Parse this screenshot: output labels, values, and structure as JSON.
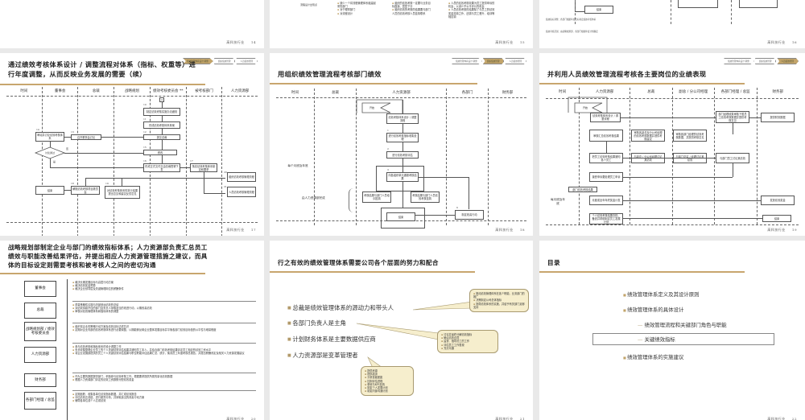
{
  "footer_brand": "高科技行业",
  "nav_chips": [
    "绩效管理体系设计/调整",
    "组织绩效管理",
    "人员绩效管理"
  ],
  "slides": [
    {
      "id": "slide-14",
      "page": "14",
      "partial": true
    },
    {
      "id": "slide-15",
      "page": "15",
      "partial": true,
      "row_label": "流程设计出现点",
      "col1": [
        "缺少一个将流程管理体系组建起来的部门",
        "对于理财部门",
        "对流程设计"
      ],
      "col2": [
        "组织的绩效考核一定要与业务目标直接、层层下分",
        "组织绩效的考核的结果要与部门人员的绩效考核人员挂钩联系"
      ],
      "col3": [
        "人员的绩效考核效果为员工提供申诉的机会，以减少不公平评价的机会",
        "人员绩效考核的结果除了与员工的绩效奖金挂钩之外，还需与员工晋升、培训等相挂钩"
      ]
    },
    {
      "id": "slide-16",
      "page": "16",
      "partial": true,
      "end_label": "结束",
      "notes": "绩效指标调整：各部门根据年度目标制定绩效考核体系",
      "notes2": "绩效考核范围：由战略规划部、各部门根据年度计划确定"
    },
    {
      "id": "slide-17",
      "page": "17",
      "active_chip": 0,
      "title": "通过绩效考核体系设计 / 调整流程对体系（指标、权重等）进行年度调整，从而反映业务发展的需要（续）",
      "lanes": [
        "时间",
        "董事会",
        "总裁",
        "战略规划",
        "绩效考核委员会 **",
        "被考核部门",
        "人力资源部"
      ],
      "boxes": [
        {
          "n": "10",
          "text": "制定绩效考核实施办法细则"
        },
        {
          "n": "11",
          "text": "形成绩效考核体系草案"
        },
        {
          "n": "12",
          "text": "提交总裁"
        },
        {
          "n": "13",
          "text": "召开董事会讨论"
        },
        {
          "n": "14",
          "text": "审阅并讨论绩效考核体系"
        },
        {
          "n": "15",
          "text": "修改"
        },
        {
          "n": "16",
          "text": "形成正式文件交由总裁签署下发"
        },
        {
          "n": "17",
          "text": "落实绩效考核体系制定和要求"
        },
        {
          "n": "18",
          "text": "解散绩效考核项目委员会"
        },
        {
          "n": "19",
          "text": "对绩效考核体系的执行结果提出意见和建议反馈意见"
        },
        {
          "n": "20",
          "text": "组织绩效考核管理流程"
        },
        {
          "n": "21",
          "text": "人员绩效考核管理流程"
        }
      ],
      "decision": "讨论通过",
      "yes": "是",
      "no": "否",
      "end": "结束",
      "connector": "4"
    },
    {
      "id": "slide-18",
      "page": "18",
      "active_chip": 1,
      "title": "用组织绩效管理流程考核部门绩效",
      "lanes": [
        "时间",
        "总裁",
        "人力资源部",
        "各部门",
        "财务部"
      ],
      "start": "开始",
      "boxes": [
        {
          "n": "",
          "text": "绩效考核体系设计 / 调整流程"
        },
        {
          "n": "1",
          "text": "进行绩效考核指标收集处理"
        },
        {
          "n": "2",
          "text": "进行绩效考核评估"
        },
        {
          "n": "3",
          "text": "向各组织单元通报考核结果"
        },
        {
          "n": "4",
          "text": "考核结果与部门人员培训挂钩"
        },
        {
          "n": "5",
          "text": "考核结果与部门人员绩效考核挂钩"
        },
        {
          "n": "6",
          "text": "制定改善行动"
        },
        {
          "n": "",
          "text": "结束"
        }
      ],
      "time_label": "每个月底及年底",
      "hr_label": "由人力资源部完成"
    },
    {
      "id": "slide-19",
      "page": "19",
      "active_chip": 2,
      "title": "并利用人员绩效管理流程考核各主要岗位的业绩表现",
      "lanes": [
        "时间",
        "人力资源部",
        "总裁",
        "副总 / 分公司经理",
        "各部门经理 / 总监",
        "财务部"
      ],
      "start": "开始",
      "boxes": [
        {
          "n": "",
          "text": "绩效考核体系设计 / 调整流程"
        },
        {
          "n": "1",
          "text": "部门经理收集审核下属员工绩效考核数据并提供考核意见"
        },
        {
          "n": "1",
          "text": "提供财务数据"
        },
        {
          "n": "2",
          "text": "审核各部门经理的绩效考核数据，并提供考核意见"
        },
        {
          "n": "4",
          "text": "审核各副总及分公司经理的绩效考核数据并提供考核建议"
        },
        {
          "n": "3",
          "text": "审核汇总绩效考核结果"
        },
        {
          "n": "5",
          "text": "把员工绩效考核结果通知各个员工"
        },
        {
          "n": "7",
          "text": "与副总 / 分公司经理讨论其绩效"
        },
        {
          "n": "8",
          "text": "与部门总监 / 经理讨论其绩效"
        },
        {
          "n": "9",
          "text": "与部门员工讨论其绩效"
        },
        {
          "n": "10",
          "text": "接受申诉要处理员工申诉"
        },
        {
          "n": "11",
          "text": "月度或全年年终奖金计发"
        },
        {
          "n": "12",
          "text": "发放绩效奖金"
        },
        {
          "n": "13",
          "text": "个人绩效考核结果存档，备查并帮助制定员工发展计划"
        },
        {
          "n": "",
          "text": "结束"
        }
      ],
      "side_box": "部门绩效考核结果",
      "time_label": "每月底及年底"
    },
    {
      "id": "slide-20",
      "page": "20",
      "title": "战略规划部制定企业与部门的绩效指标体系；人力资源部负责汇总员工绩效与职能改善结果评估，并提出相应人力资源管理措施之建议，而具体的目标设定则需要考核和被考核人之间的密切沟通",
      "rows": [
        {
          "label": "董事会",
          "items": [
            "裁决长期发展目标与高层行动方案",
            "裁决绩效奖金预算",
            "裁决企业领导层及关键管理岗位的薪酬条件"
          ]
        },
        {
          "label": "总裁",
          "items": [
            "质量策略性议题与内部营运绩效的总结",
            "对绩效持续不佳的部门及负责人采取适当的改进行动，以期改善绩效",
            "审核对绩效管理体系和指标体系的调整"
          ]
        },
        {
          "label": "战略规划部 / 绩效考核委员会",
          "items": [
            "组织将企业的策略行动方案及绩效目标达成共识",
            "定期对企业内部的绩效考核体系进行必要调整，以期能够反映企业整体发展目标并平衡各部门绩效目标值的公平性与难易程度"
          ]
        },
        {
          "label": "人力资源部",
          "items": [
            "参与绩效考核和指标体系的设计调整工作",
            "负责收集整理企业员工的个人关键绩效评估结果并通知员工本人，并结合部门绩效考核结果评定员工相应的绩效工资水平",
            "将企业发展部提供的员工个人关键绩效评估结果与职位职能评估结果汇总、统计，集成员工年度考核总报告，并提出薪酬改定及相关人力资源发展建议"
          ]
        },
        {
          "label": "财务部",
          "items": [
            "作为主要的数据提供部门，积极参与绩效考核工作，根据要求提供所需的量化绩效数据",
            "根据人力资源部门评定的绩效工资数额分配绩效奖金"
          ]
        },
        {
          "label": "各部门经理 / 总监",
          "items": [
            "定期追踪、收集各单位绩效指标数据，并汇成绩效报告",
            "评估绩效达成值，进行差异分析，并采取适当的改善行动方案",
            "辅导各单位或个人达成绩效"
          ]
        }
      ]
    },
    {
      "id": "slide-21",
      "page": "21",
      "title": "行之有效的绩效管理体系需要公司各个层面的努力和配合",
      "points": [
        "总裁是绩效管理体系的源动力和带头人",
        "各部门负责人是主角",
        "计划财务体系是主要数据供应商",
        "人力资源部是变革管理者"
      ],
      "callouts": [
        [
          "推动绩效管理体系在各个职能、业务部门的推广",
          "决策制定公司总体指标",
          "指导绩效体系的实施，并给予有关部门足够支持"
        ],
        [
          "讨论并最终分解绩效指标",
          "确认绩效合同",
          "监督、指导员工的工作",
          "评估员工工作表现",
          "充分沟通"
        ],
        [
          "提供资源",
          "提供培训",
          "分析技能差距",
          "控制评估进程",
          "薪资与KPI挂钩",
          "制定个人发展计划",
          "制定内部沟通计划"
        ]
      ]
    },
    {
      "id": "slide-22",
      "page": "22",
      "title": "目录",
      "toc": [
        {
          "level": 1,
          "text": "绩效管理体系定义及其设计原则"
        },
        {
          "level": 1,
          "text": "绩效管理体系的具体设计"
        },
        {
          "level": 2,
          "text": "绩效管理流程和关键部门角色与职能"
        },
        {
          "level": 2,
          "text": "关键绩效指标",
          "highlighted": true
        },
        {
          "level": 1,
          "text": "绩效管理体系的实施建议"
        }
      ]
    }
  ]
}
